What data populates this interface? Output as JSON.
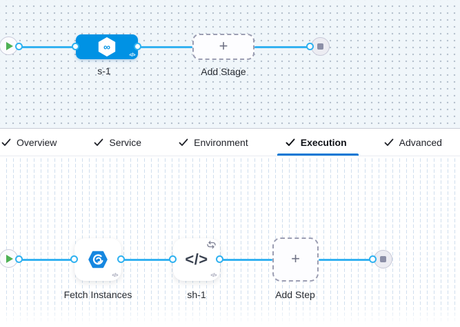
{
  "colors": {
    "stage_node_blue": "#0092e4",
    "connector_line_blue": "#35b2f1",
    "active_tab_underline": "#0277d4",
    "play_button_green": "#4fb155",
    "canvas_dot_gray": "#b4bfcc"
  },
  "stage_canvas": {
    "stage": {
      "label": "s-1",
      "icon": "cd-stage-infinity-hexagon",
      "infinity_glyph": "∞",
      "code_badge": "</>"
    },
    "add_stage": {
      "label": "Add Stage",
      "plus": "+"
    }
  },
  "tabs": [
    {
      "label": "Overview",
      "checked": true,
      "active": false
    },
    {
      "label": "Service",
      "checked": true,
      "active": false
    },
    {
      "label": "Environment",
      "checked": true,
      "active": false
    },
    {
      "label": "Execution",
      "checked": true,
      "active": true
    },
    {
      "label": "Advanced",
      "checked": true,
      "active": false
    }
  ],
  "execution_canvas": {
    "steps": [
      {
        "label": "Fetch Instances",
        "icon": "fetch-instances-swirl",
        "code_badge": "</>"
      },
      {
        "label": "sh-1",
        "icon": "shell-script-code",
        "glyph": "</>",
        "loop_icon": "looping-strategy",
        "code_badge": "</>"
      }
    ],
    "add_step": {
      "label": "Add Step",
      "plus": "+"
    }
  }
}
